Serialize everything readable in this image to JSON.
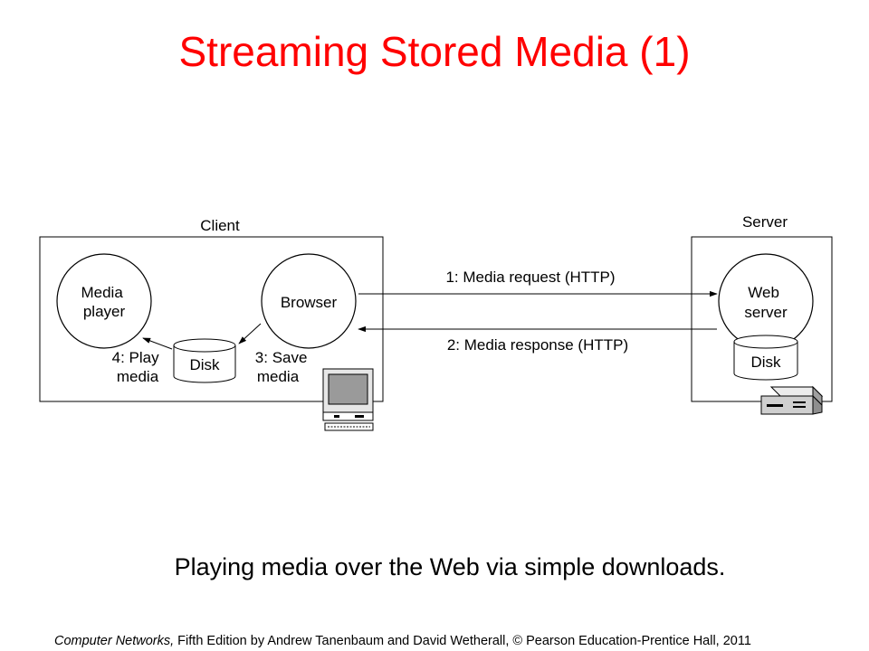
{
  "slide": {
    "title": "Streaming Stored Media (1)",
    "caption": "Playing media over the Web via simple downloads.",
    "footer": {
      "book": "Computer Networks,",
      "rest": " Fifth Edition by Andrew Tanenbaum and David Wetherall, © Pearson Education-Prentice Hall, 2011"
    }
  },
  "diagram": {
    "client": {
      "label": "Client",
      "media_player": [
        "Media",
        "player"
      ],
      "browser": "Browser",
      "disk": "Disk",
      "play_step": [
        "4: Play",
        "media"
      ],
      "save_step": [
        "3: Save",
        "media"
      ]
    },
    "server": {
      "label": "Server",
      "web_server": [
        "Web",
        "server"
      ],
      "disk": "Disk"
    },
    "messages": {
      "request": "1: Media request (HTTP)",
      "response": "2: Media response (HTTP)"
    }
  }
}
